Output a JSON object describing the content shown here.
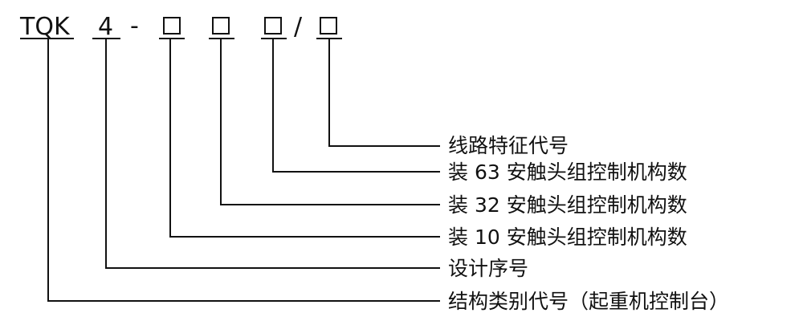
{
  "code": {
    "prefix": "TQK",
    "series": "4",
    "dash": "-",
    "slash": "/"
  },
  "labels": {
    "line_feature": "线路特征代号",
    "contacts_63": "装 63 安触头组控制机构数",
    "contacts_32": "装 32 安触头组控制机构数",
    "contacts_10": "装 10 安触头组控制机构数",
    "design_serial": "设计序号",
    "structure_type": "结构类别代号（起重机控制台）"
  }
}
